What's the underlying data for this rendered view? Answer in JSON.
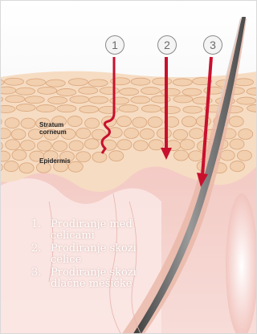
{
  "labels": {
    "stratum_corneum": "Stratum corneum",
    "epidermis": "Epidermis"
  },
  "markers": [
    "1",
    "2",
    "3"
  ],
  "legend": [
    {
      "index": "1.",
      "text": "Prodiranje med celicami"
    },
    {
      "index": "2.",
      "text": "Prodiranje skozi celice"
    },
    {
      "index": "3.",
      "text": "Prodiranje skozi dlačne mešičke"
    }
  ],
  "colors": {
    "background": "#ffffff",
    "skin_light": "#f6dcc2",
    "skin_cell": "#f2cfae",
    "cell_border": "#d9a57c",
    "dermis_pink": "#f3b9b4",
    "arrow_red": "#c8102e",
    "hair_gray": "#6f6f6f",
    "legend_text": "#ffffff"
  }
}
